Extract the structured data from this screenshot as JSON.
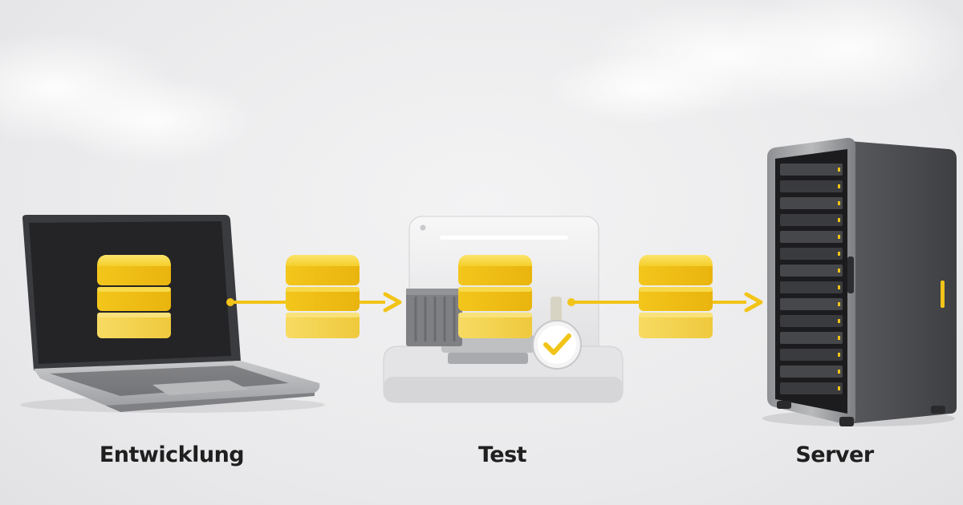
{
  "stages": [
    {
      "id": "dev",
      "label": "Entwicklung",
      "icon": "laptop-icon"
    },
    {
      "id": "test",
      "label": "Test",
      "icon": "test-workbench-icon"
    },
    {
      "id": "server",
      "label": "Server",
      "icon": "server-rack-icon"
    }
  ],
  "artifact_icon": "stacked-blocks-icon",
  "flow_icons": [
    "arrow-right-icon",
    "checkmark-icon",
    "shipping-container-icon"
  ],
  "colors": {
    "accent": "#f2c418",
    "accent_light": "#f7dc5a",
    "label": "#1f1f1f",
    "background": "#ececee",
    "device_dark": "#2a2a2c",
    "metal": "#a9aaad"
  }
}
